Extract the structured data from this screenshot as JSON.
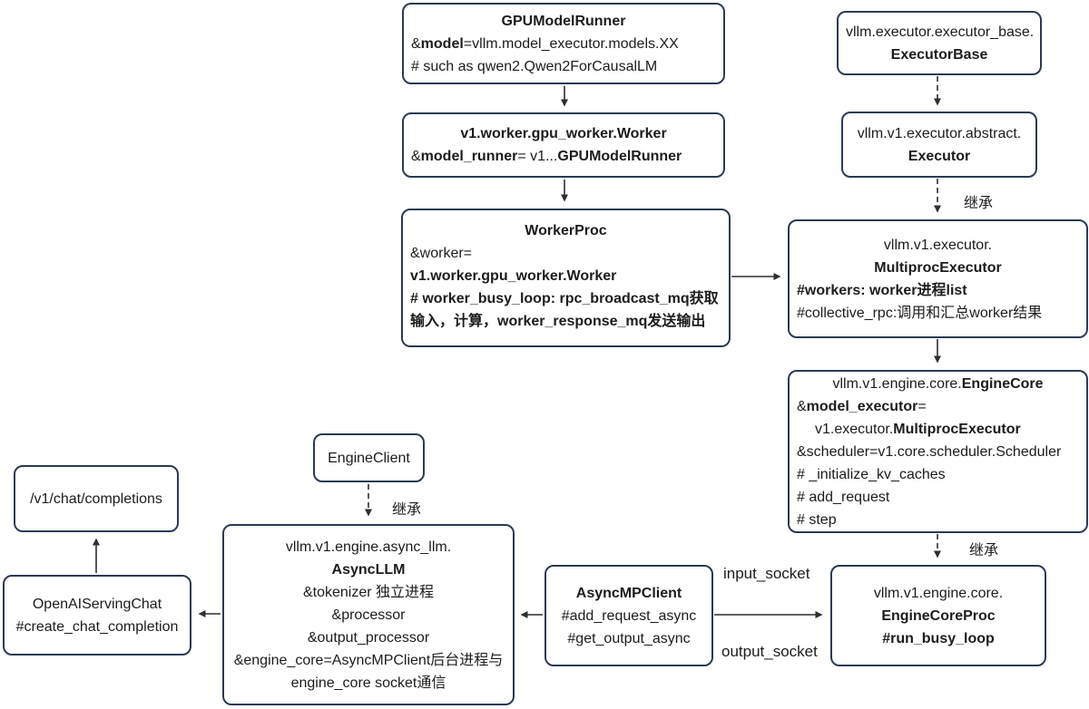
{
  "colors": {
    "box_border": "#2b3a55",
    "arrow": "#2f2f2f",
    "text": "#1c1c1c",
    "background": "#ffffff"
  },
  "boxes": {
    "gpu_model_runner": {
      "lines": [
        {
          "segs": [
            {
              "t": "GPUModelRunner"
            }
          ]
        },
        {
          "segs": [
            {
              "t": "&"
            },
            {
              "t": "model"
            },
            {
              "t": "=vllm.model_executor.models.XX"
            }
          ]
        },
        {
          "segs": [
            {
              "t": "# such as qwen2.Qwen2ForCausalLM"
            }
          ]
        }
      ]
    },
    "worker": {
      "lines": [
        {
          "segs": [
            {
              "t": "v1.worker.gpu_worker.Worker"
            }
          ]
        },
        {
          "segs": [
            {
              "t": "&"
            },
            {
              "t": "model_runner"
            },
            {
              "t": "= v1..."
            },
            {
              "t": "GPUModelRunner"
            }
          ]
        }
      ]
    },
    "worker_proc": {
      "lines": [
        {
          "segs": [
            {
              "t": "WorkerProc"
            }
          ]
        },
        {
          "segs": [
            {
              "t": "&worker="
            }
          ]
        },
        {
          "segs": [
            {
              "t": "v1.worker.gpu_worker.Worker"
            }
          ]
        },
        {
          "segs": [
            {
              "t": "# worker_busy_loop: rpc_broadcast_mq获取"
            }
          ]
        },
        {
          "segs": [
            {
              "t": "输入，计算，worker_response_mq发送输出"
            }
          ]
        }
      ]
    },
    "executor_base": {
      "lines": [
        {
          "segs": [
            {
              "t": "vllm.executor.executor_base."
            }
          ]
        },
        {
          "segs": [
            {
              "t": "ExecutorBase"
            }
          ]
        }
      ]
    },
    "executor": {
      "lines": [
        {
          "segs": [
            {
              "t": "vllm.v1.executor.abstract."
            }
          ]
        },
        {
          "segs": [
            {
              "t": "Executor"
            }
          ]
        }
      ]
    },
    "multiproc_executor": {
      "lines": [
        {
          "segs": [
            {
              "t": "vllm.v1.executor."
            }
          ]
        },
        {
          "segs": [
            {
              "t": "MultiprocExecutor"
            }
          ]
        },
        {
          "segs": [
            {
              "t": "#workers: worker进程list"
            }
          ]
        },
        {
          "segs": [
            {
              "t": "#collective_rpc:调用和汇总worker结果"
            }
          ]
        }
      ]
    },
    "engine_core": {
      "lines": [
        {
          "segs": [
            {
              "t": "vllm.v1.engine.core."
            },
            {
              "t": "EngineCore"
            }
          ]
        },
        {
          "segs": [
            {
              "t": "&"
            },
            {
              "t": "model_executor"
            },
            {
              "t": "="
            }
          ]
        },
        {
          "segs": [
            {
              "t": "v1.executor."
            },
            {
              "t": "MultiprocExecutor"
            }
          ]
        },
        {
          "segs": [
            {
              "t": "&scheduler=v1.core.scheduler.Scheduler"
            }
          ]
        },
        {
          "segs": [
            {
              "t": "# _initialize_kv_caches"
            }
          ]
        },
        {
          "segs": [
            {
              "t": "# add_request"
            }
          ]
        },
        {
          "segs": [
            {
              "t": "# step"
            }
          ]
        }
      ]
    },
    "engine_core_proc": {
      "lines": [
        {
          "segs": [
            {
              "t": "vllm.v1.engine.core."
            }
          ]
        },
        {
          "segs": [
            {
              "t": "EngineCoreProc"
            }
          ]
        },
        {
          "segs": [
            {
              "t": "#run_busy_loop"
            }
          ]
        }
      ]
    },
    "async_mp_client": {
      "lines": [
        {
          "segs": [
            {
              "t": "AsyncMPClient"
            }
          ]
        },
        {
          "segs": [
            {
              "t": "#add_request_async"
            }
          ]
        },
        {
          "segs": [
            {
              "t": "#get_output_async"
            }
          ]
        }
      ]
    },
    "async_llm": {
      "lines": [
        {
          "segs": [
            {
              "t": "vllm.v1.engine.async_llm."
            }
          ]
        },
        {
          "segs": [
            {
              "t": "AsyncLLM"
            }
          ]
        },
        {
          "segs": [
            {
              "t": "&tokenizer 独立进程"
            }
          ]
        },
        {
          "segs": [
            {
              "t": "&processor"
            }
          ]
        },
        {
          "segs": [
            {
              "t": "&output_processor"
            }
          ]
        },
        {
          "segs": [
            {
              "t": "&engine_core=AsyncMPClient后台进程与"
            }
          ]
        },
        {
          "segs": [
            {
              "t": "engine_core socket通信"
            }
          ]
        }
      ]
    },
    "engine_client": {
      "lines": [
        {
          "segs": [
            {
              "t": "EngineClient"
            }
          ]
        }
      ]
    },
    "chat_completions": {
      "lines": [
        {
          "segs": [
            {
              "t": "/v1/chat/completions"
            }
          ]
        }
      ]
    },
    "openai_serving_chat": {
      "lines": [
        {
          "segs": [
            {
              "t": "OpenAIServingChat"
            }
          ]
        },
        {
          "segs": [
            {
              "t": "#create_chat_completion"
            }
          ]
        }
      ]
    }
  },
  "edge_labels": {
    "inherit_executor": "继承",
    "inherit_engine_core_proc": "继承",
    "inherit_async_llm": "继承",
    "input_socket": "input_socket",
    "output_socket": "output_socket"
  }
}
